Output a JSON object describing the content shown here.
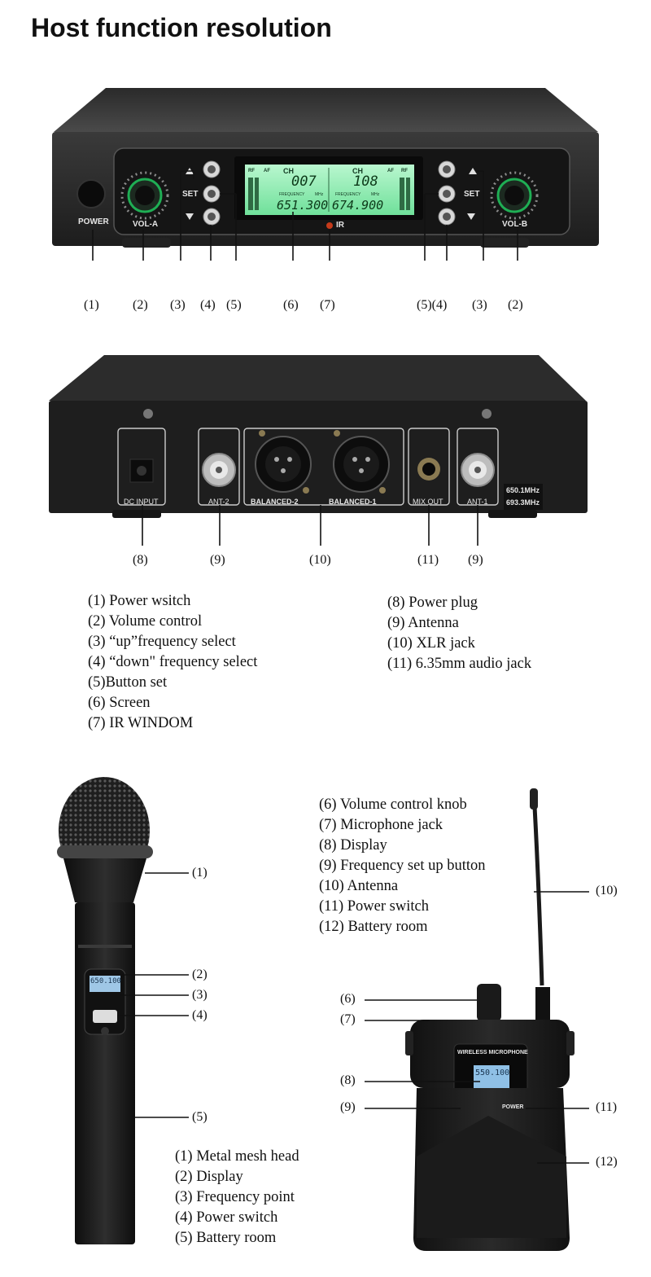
{
  "title": "Host function resolution",
  "front_panel": {
    "power_label": "POWER",
    "vol_a_label": "VOL-A",
    "vol_b_label": "VOL-B",
    "set_label": "SET",
    "ir_label": "IR",
    "lcd": {
      "ch_left": "CH",
      "ch_right": "CH",
      "channel_left": "007",
      "channel_right": "108",
      "freq_caption": "FREQUENCY",
      "mhz": "MHz",
      "freq_left": "651.300",
      "freq_right": "674.900",
      "rf": "RF",
      "af": "AF"
    },
    "callouts": [
      "(1)",
      "(2)",
      "(3)",
      "(4)",
      "(5)",
      "(6)",
      "(7)",
      "(5)(4)",
      "(3)",
      "(2)"
    ]
  },
  "rear_panel": {
    "dc_input": "DC INPUT",
    "ant2": "ANT-2",
    "ant1": "ANT-1",
    "balanced2": "BALANCED-2",
    "balanced1": "BALANCED-1",
    "mix_out": "MIX OUT",
    "freq_tag_1": "650.1MHz",
    "freq_tag_2": "693.3MHz",
    "callouts": [
      "(8)",
      "(9)",
      "(10)",
      "(11)",
      "(9)"
    ]
  },
  "host_legend_left": [
    "(1) Power wsitch",
    "(2) Volume control",
    "(3) “up”frequency select",
    "(4)  “down\" frequency select",
    "(5)Button set",
    "(6) Screen",
    "(7)  IR WINDOM"
  ],
  "host_legend_right": [
    "(8) Power plug",
    "(9) Antenna",
    "(10) XLR jack",
    "(11) 6.35mm audio jack"
  ],
  "mic": {
    "lcd_text": "650.100",
    "callouts": [
      "(1)",
      "(2)",
      "(3)",
      "(4)",
      "(5)"
    ],
    "legend": [
      "(1) Metal mesh head",
      "(2) Display",
      "(3) Frequency point",
      "(4) Power switch",
      "(5) Battery room"
    ]
  },
  "bodypack": {
    "brand_label": "WIRELESS MICROPHONE",
    "lcd_text": "550.100",
    "power_label": "POWER",
    "callouts": [
      "(6)",
      "(7)",
      "(8)",
      "(9)",
      "(10)",
      "(11)",
      "(12)"
    ],
    "legend": [
      "(6) Volume control knob",
      "(7) Microphone jack",
      "(8) Display",
      "(9) Frequency set up button",
      "(10) Antenna",
      "(11) Power switch",
      "(12) Battery room"
    ]
  }
}
